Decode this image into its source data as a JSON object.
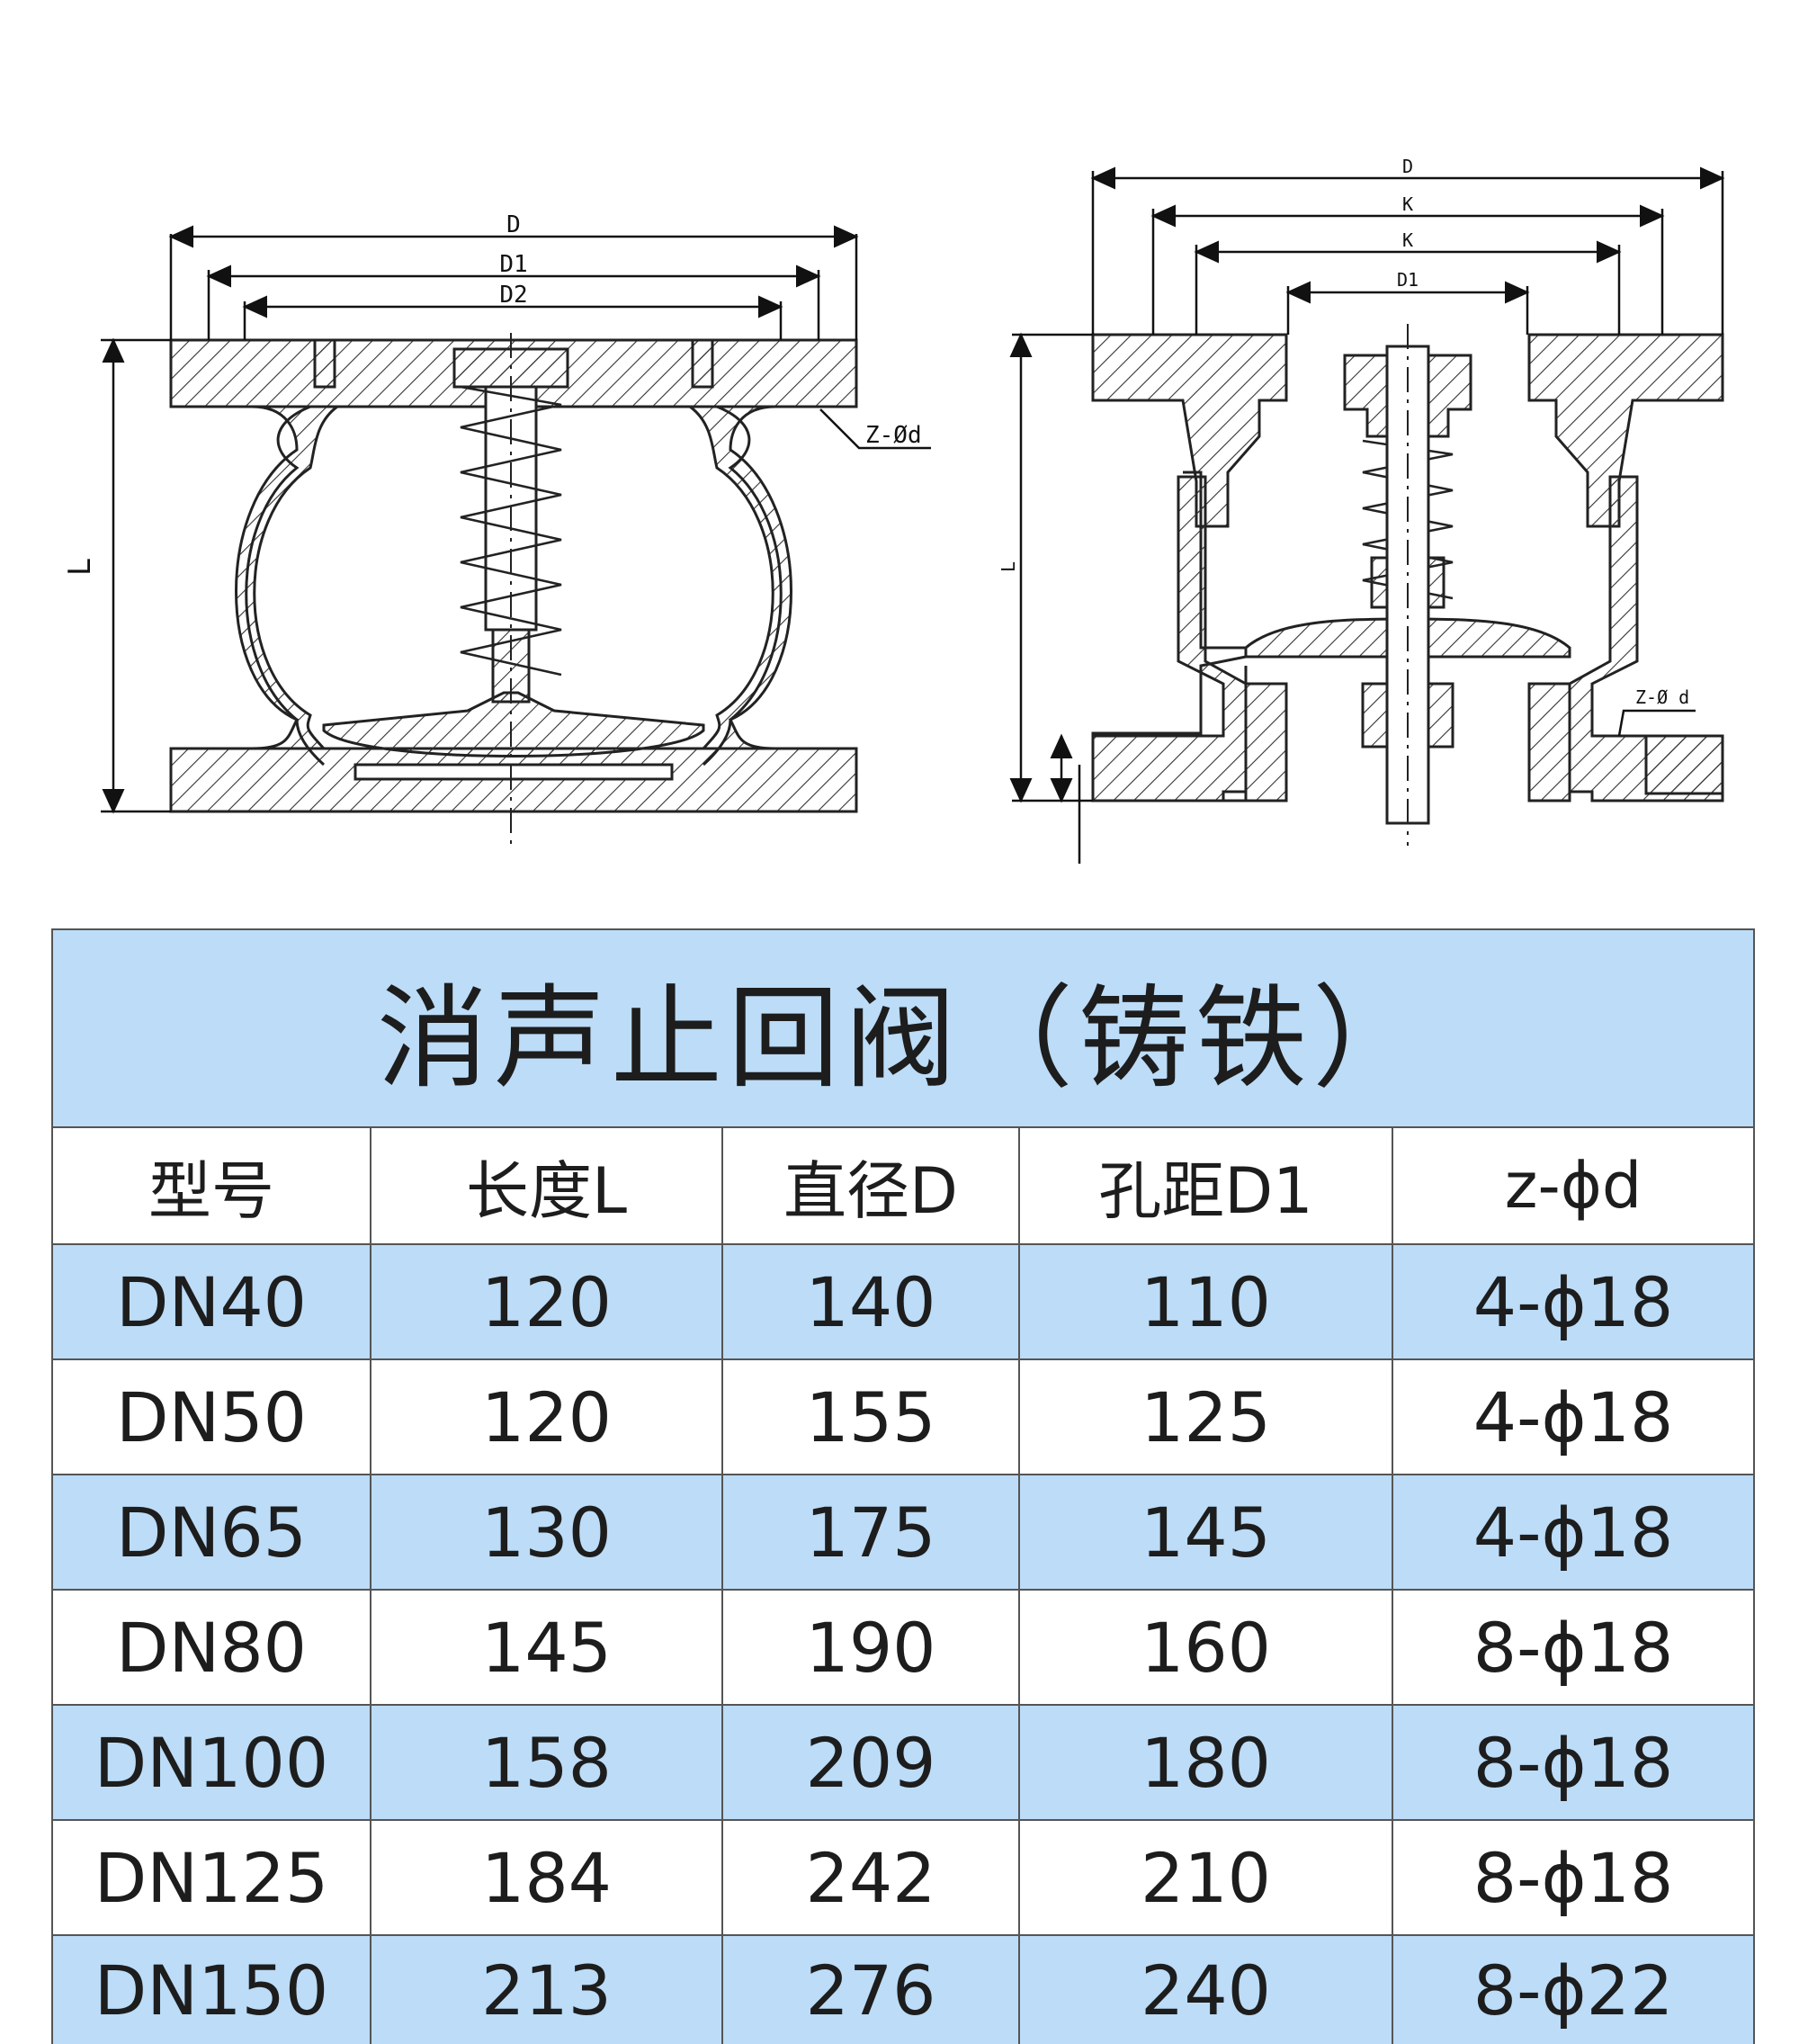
{
  "drawing": {
    "left_labels": {
      "D": "D",
      "D1": "D1",
      "D2": "D2",
      "L": "L",
      "Zd": "Z-Ød"
    },
    "right_labels": {
      "D": "D",
      "K1": "K",
      "K2": "K",
      "D1": "D1",
      "L": "L",
      "Zd": "Z-Ø d"
    }
  },
  "table": {
    "title": "消声止回阀（铸铁）",
    "headers": [
      "型号",
      "长度L",
      "直径D",
      "孔距D1",
      "z-ϕd"
    ],
    "rows": [
      [
        "DN40",
        "120",
        "140",
        "110",
        "4-ϕ18"
      ],
      [
        "DN50",
        "120",
        "155",
        "125",
        "4-ϕ18"
      ],
      [
        "DN65",
        "130",
        "175",
        "145",
        "4-ϕ18"
      ],
      [
        "DN80",
        "145",
        "190",
        "160",
        "8-ϕ18"
      ],
      [
        "DN100",
        "158",
        "209",
        "180",
        "8-ϕ18"
      ],
      [
        "DN125",
        "184",
        "242",
        "210",
        "8-ϕ18"
      ],
      [
        "DN150",
        "213",
        "276",
        "240",
        "8-ϕ22"
      ]
    ]
  }
}
